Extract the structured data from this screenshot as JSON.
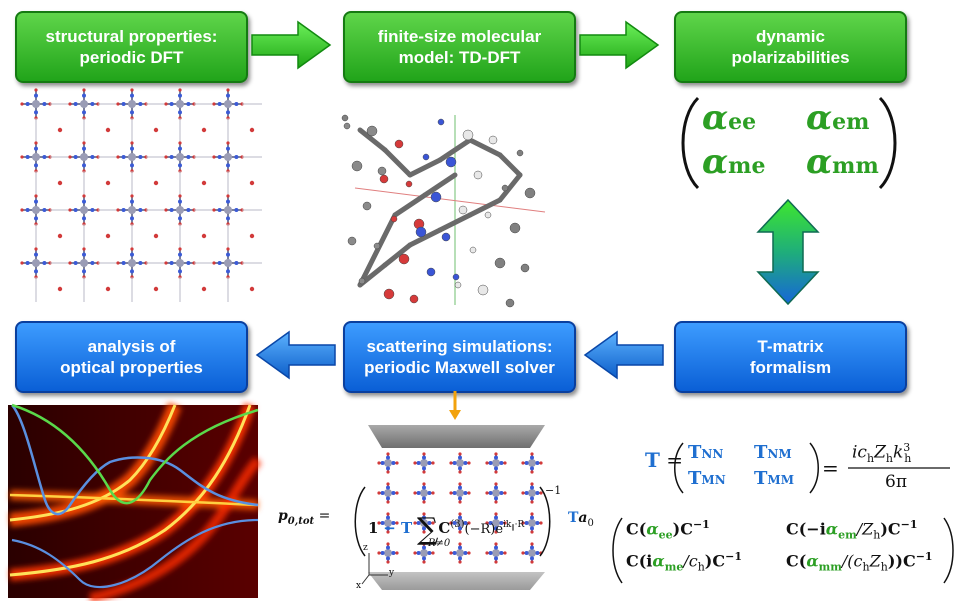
{
  "boxes": {
    "structural": [
      "structural properties:",
      "periodic DFT"
    ],
    "finite": [
      "finite-size molecular",
      "model: TD-DFT"
    ],
    "dynamic": [
      "dynamic",
      "polarizabilities"
    ],
    "analysis": [
      "analysis of",
      "optical properties"
    ],
    "scattering": [
      "scattering simulations:",
      "periodic Maxwell solver"
    ],
    "tmatrix": [
      "T-matrix",
      "formalism"
    ]
  },
  "polarizability_matrix": {
    "a11": "α",
    "s11": "ee",
    "a12": "α",
    "s12": "em",
    "a21": "α",
    "s21": "me",
    "a22": "α",
    "s22": "mm"
  },
  "tmatrix_equation": {
    "lhs": "T",
    "t11": "T",
    "s11": "NN",
    "t12": "T",
    "s12": "NM",
    "t21": "T",
    "s21": "MN",
    "t22": "T",
    "s22": "MM",
    "numerator": "ic",
    "denominator": "6π"
  },
  "block_matrix": {
    "r1c1": [
      "C(",
      "α",
      "ee",
      ")C",
      "−1"
    ],
    "r1c2": [
      "C(−i",
      "α",
      "em",
      "/Z",
      "h",
      ")C",
      "−1"
    ],
    "r2c1": [
      "C(i",
      "α",
      "me",
      "/c",
      "h",
      ")C",
      "−1"
    ],
    "r2c2": [
      "C(",
      "α",
      "mm",
      "/(c",
      "h",
      "Z",
      "h",
      "))C",
      "−1"
    ]
  },
  "dipole_equation": {
    "lhs": "p",
    "lhs_sub": "0,tot",
    "one": "1",
    "minus_T": "− T",
    "sum_sub": "R≠0",
    "C": "C",
    "C_sup": "(3)",
    "arg": "(−R)e",
    "exp": "ik",
    "exp_sub": "∥",
    "exp_R": "·R",
    "inv": "−1",
    "tail_T": "T",
    "tail_a": "a",
    "tail_sub": "0"
  },
  "axis_labels": {
    "z": "z",
    "y": "y",
    "x": "x"
  },
  "colors": {
    "green_box": "#21a41a",
    "blue_box": "#0a5fd6",
    "arrow_green": "#2fd026",
    "arrow_blue": "#1a7ae6",
    "alpha_green": "#2c9f24",
    "t_blue": "#1f6fd0",
    "orange_arrow": "#f2a20d"
  }
}
